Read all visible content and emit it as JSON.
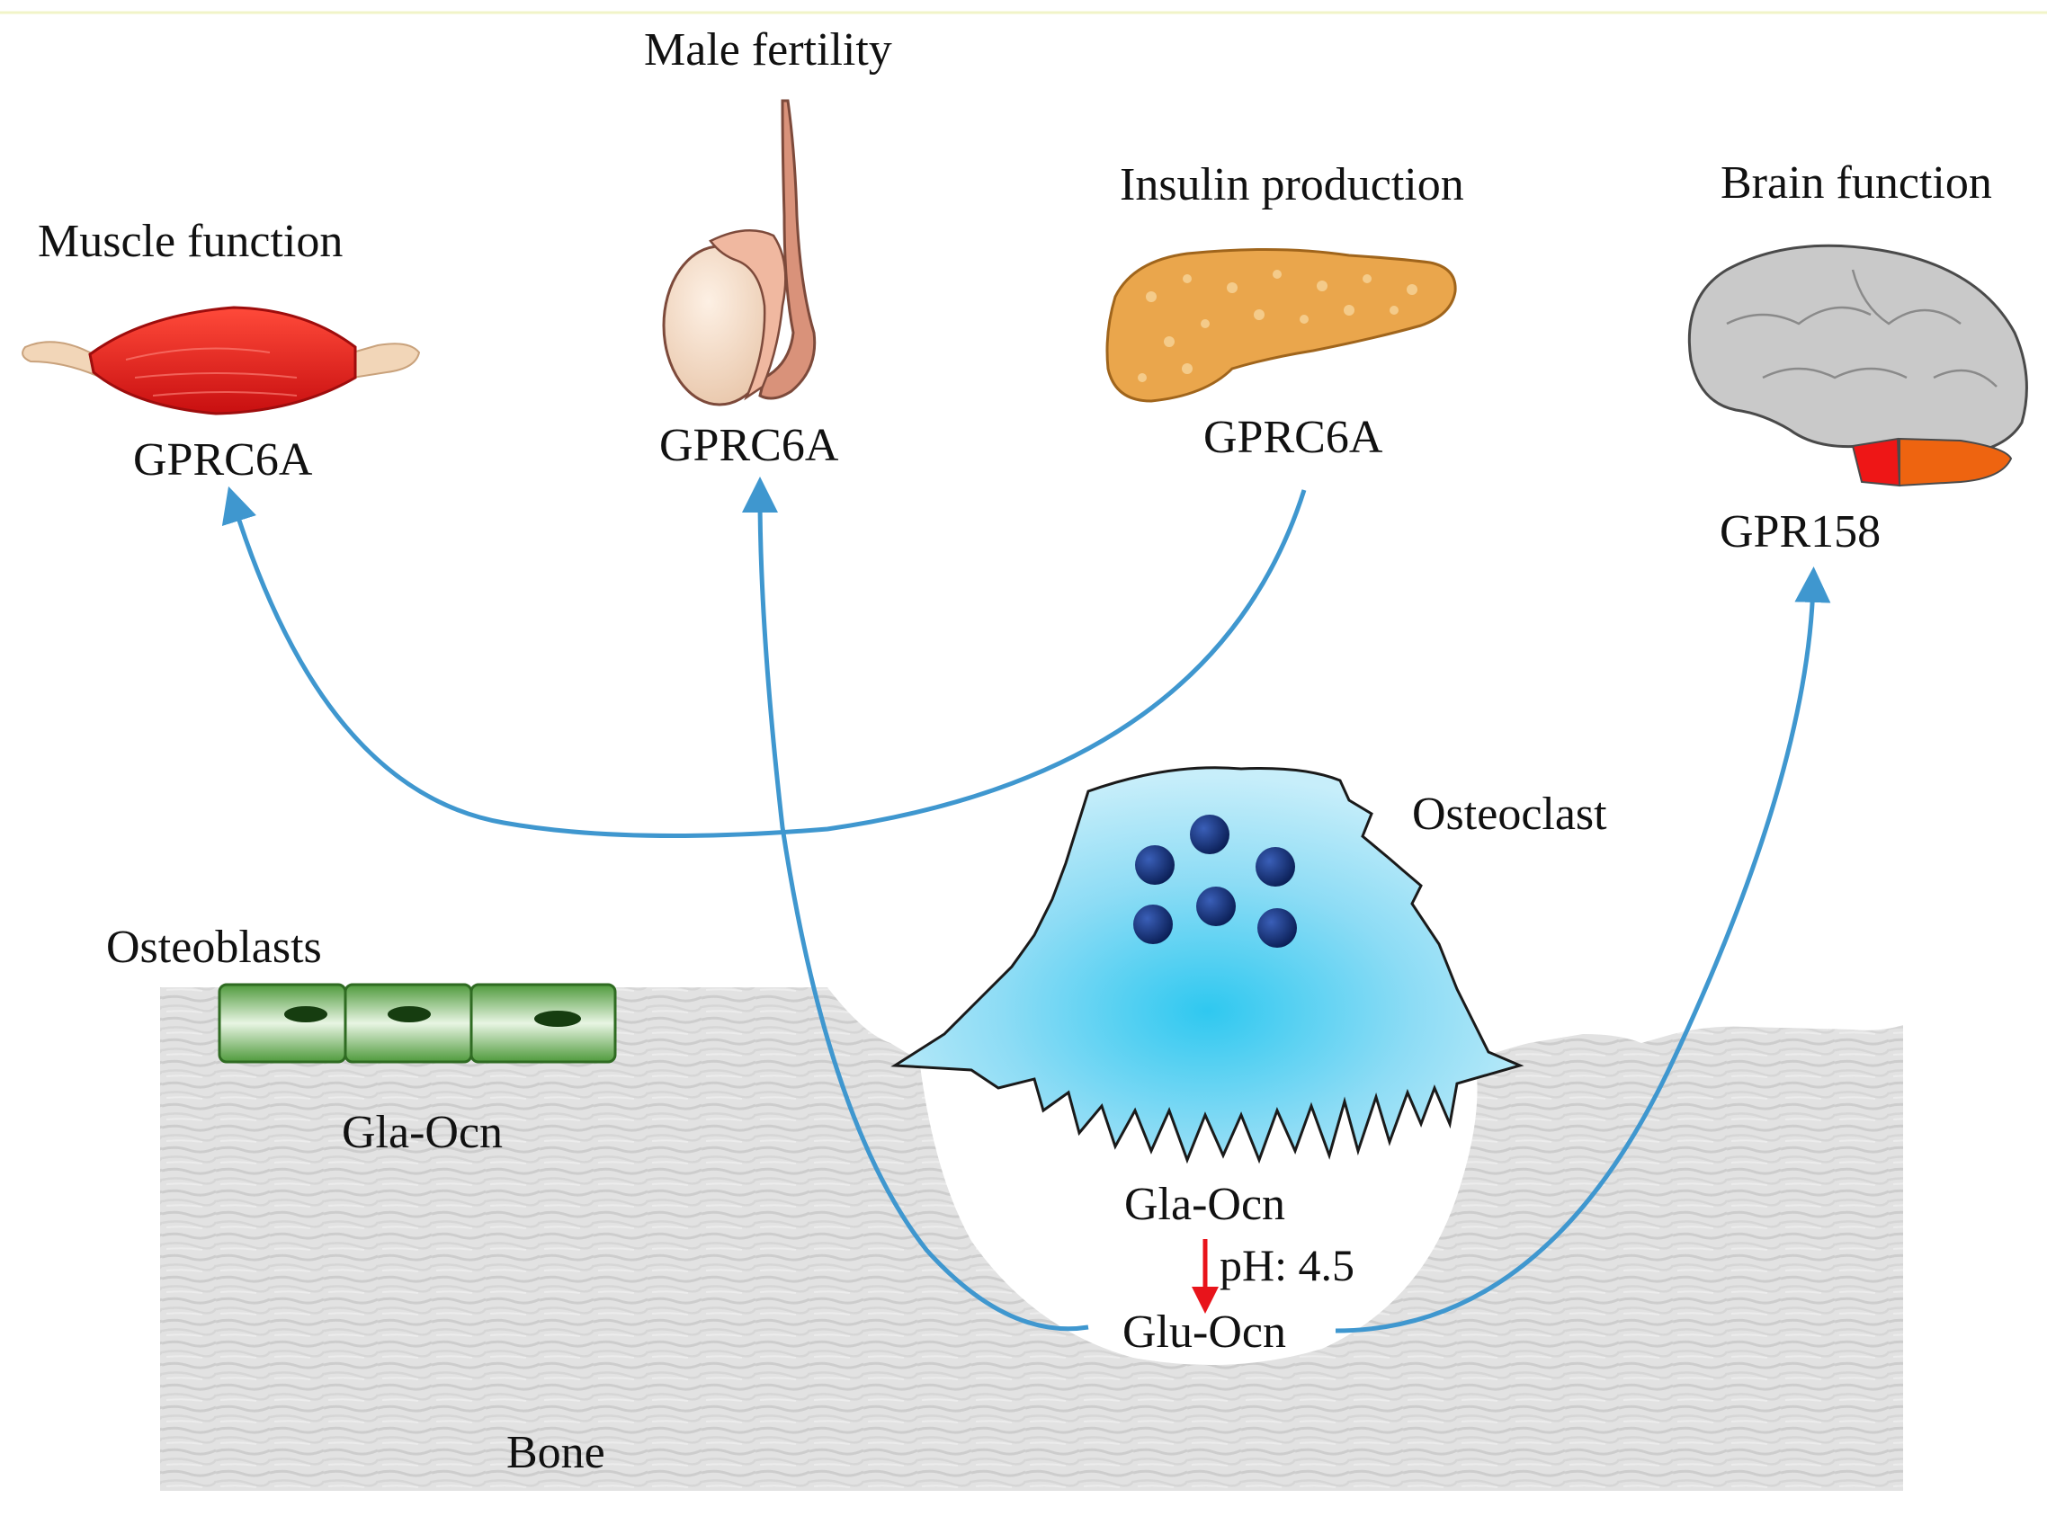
{
  "organs": {
    "muscle": {
      "function_label": "Muscle function",
      "receptor": "GPRC6A"
    },
    "testis": {
      "function_label": "Male fertility",
      "receptor": "GPRC6A"
    },
    "pancreas": {
      "function_label": "Insulin production",
      "receptor": "GPRC6A"
    },
    "brain": {
      "function_label": "Brain function",
      "receptor": "GPR158"
    }
  },
  "bone": {
    "label": "Bone",
    "osteoblasts_label": "Osteoblasts",
    "gla_ocn_bone": "Gla-Ocn",
    "osteoclast_label": "Osteoclast",
    "gla_ocn_resorption": "Gla-Ocn",
    "ph_label": "pH: 4.5",
    "glu_ocn": "Glu-Ocn"
  },
  "colors": {
    "arrow": "#3f97cf",
    "ph_arrow": "#e8141b",
    "muscle": "#e41a1a",
    "osteoblast": "#5aa046",
    "osteoclast": "#7fd6f2",
    "nucleus": "#0d2a6b",
    "brain": "#c9c9c9",
    "pancreas": "#e8a64a"
  }
}
